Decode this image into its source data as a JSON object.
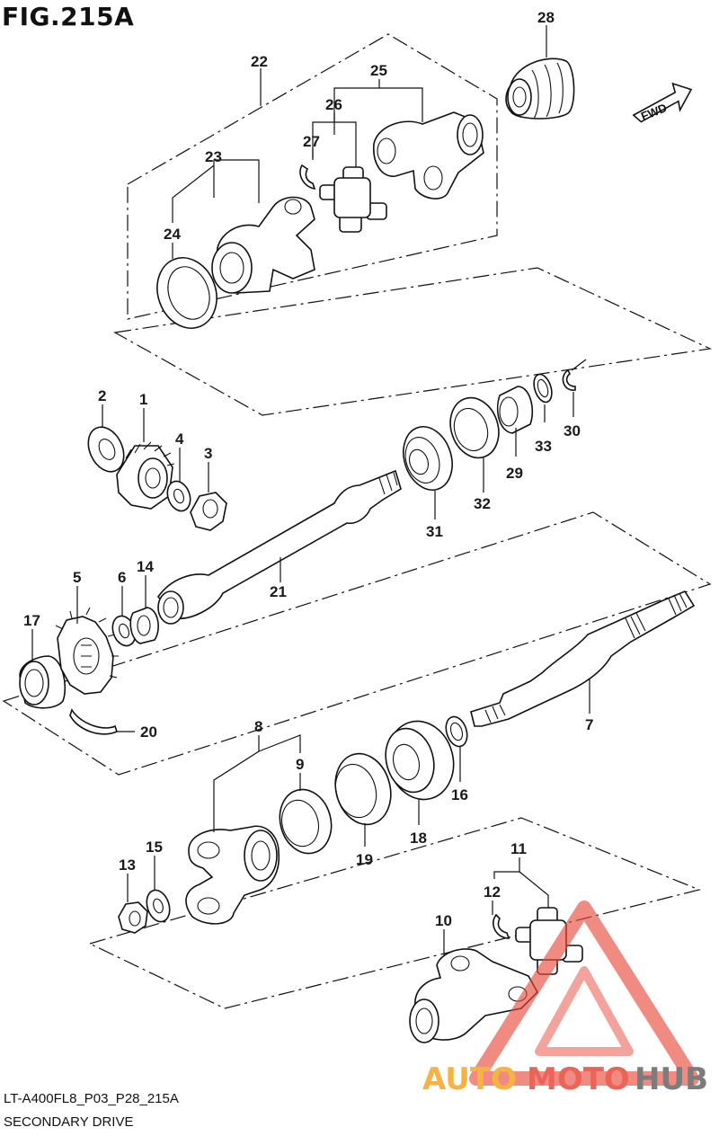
{
  "figure": {
    "title": "FIG.215A",
    "code": "LT-A400FL8_P03_P28_215A",
    "subtitle": "SECONDARY DRIVE",
    "fwd_label": "FWD",
    "watermark": {
      "text_a": "AUTO",
      "text_b": "MOTO",
      "text_c": "HUB",
      "color_a": "#f5a623",
      "color_b": "#e84a3c",
      "color_c": "#666666"
    }
  },
  "callouts": [
    {
      "id": "28",
      "label": "28"
    },
    {
      "id": "22",
      "label": "22"
    },
    {
      "id": "25",
      "label": "25"
    },
    {
      "id": "26",
      "label": "26"
    },
    {
      "id": "27",
      "label": "27"
    },
    {
      "id": "23",
      "label": "23"
    },
    {
      "id": "24",
      "label": "24"
    },
    {
      "id": "2",
      "label": "2"
    },
    {
      "id": "1",
      "label": "1"
    },
    {
      "id": "4",
      "label": "4"
    },
    {
      "id": "3",
      "label": "3"
    },
    {
      "id": "30",
      "label": "30"
    },
    {
      "id": "33",
      "label": "33"
    },
    {
      "id": "29",
      "label": "29"
    },
    {
      "id": "32",
      "label": "32"
    },
    {
      "id": "31",
      "label": "31"
    },
    {
      "id": "5",
      "label": "5"
    },
    {
      "id": "6",
      "label": "6"
    },
    {
      "id": "14",
      "label": "14"
    },
    {
      "id": "21",
      "label": "21"
    },
    {
      "id": "17",
      "label": "17"
    },
    {
      "id": "20",
      "label": "20"
    },
    {
      "id": "7",
      "label": "7"
    },
    {
      "id": "8",
      "label": "8"
    },
    {
      "id": "9",
      "label": "9"
    },
    {
      "id": "16",
      "label": "16"
    },
    {
      "id": "18",
      "label": "18"
    },
    {
      "id": "19",
      "label": "19"
    },
    {
      "id": "15",
      "label": "15"
    },
    {
      "id": "13",
      "label": "13"
    },
    {
      "id": "11",
      "label": "11"
    },
    {
      "id": "12",
      "label": "12"
    },
    {
      "id": "10",
      "label": "10"
    }
  ]
}
